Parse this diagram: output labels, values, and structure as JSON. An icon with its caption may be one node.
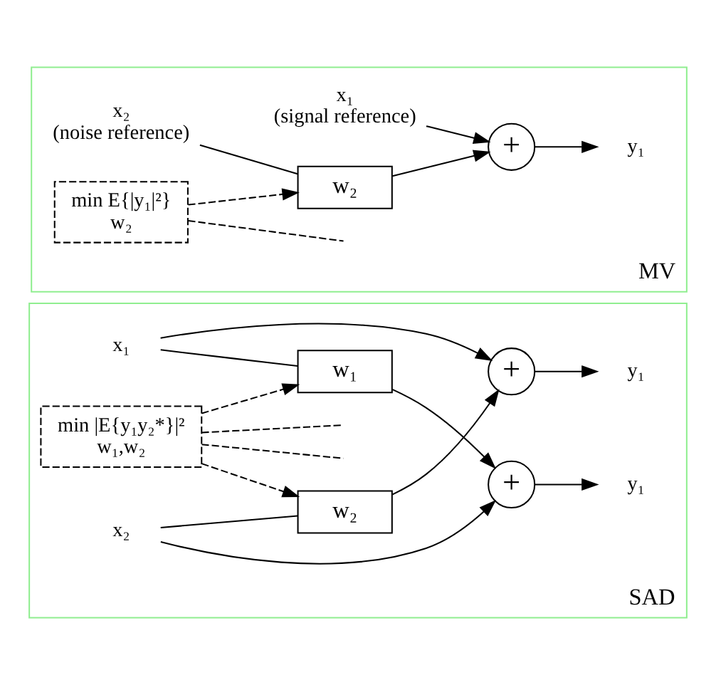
{
  "diagram": {
    "nodes": [
      {
        "text": [
          "MV"
        ]
      },
      {
        "text": [
          "x₁",
          "(signal reference)"
        ],
        "in": 0
      },
      {
        "text": [
          "+"
        ],
        "in": 0
      },
      {
        "text": [
          "y₁"
        ],
        "in": 0
      },
      {
        "text": [
          "w₂"
        ],
        "in": 0
      },
      {
        "text": [
          "x₂",
          "(noise reference)"
        ],
        "in": 0
      },
      {
        "text": [
          "min E{|y₁|²}",
          "w₂"
        ],
        "in": 0
      },
      {
        "text": [
          "SAD"
        ]
      },
      {
        "text": [
          "x₁"
        ],
        "in": 7
      },
      {
        "text": [
          "w₁"
        ],
        "in": 7
      },
      {
        "text": [
          "+"
        ],
        "in": 7
      },
      {
        "text": [
          "y₁"
        ],
        "in": 7
      },
      {
        "text": [
          "min |E{y₁y₂*}|²",
          "w₁,w₂"
        ],
        "in": 7
      },
      {
        "text": [
          "w₂"
        ],
        "in": 7
      },
      {
        "text": [
          "x₂"
        ],
        "in": 7
      },
      {
        "text": [
          "+"
        ],
        "in": 7
      },
      {
        "text": [
          "y₁"
        ],
        "in": 7
      }
    ],
    "edges": [
      {
        "from": 1,
        "to": 2,
        "arrow": "to"
      },
      {
        "from": 5,
        "to": 4,
        "arrow": "none"
      },
      {
        "from": 4,
        "to": 2,
        "arrow": "to"
      },
      {
        "from": 2,
        "to": 3,
        "arrow": "to"
      },
      {
        "from": null,
        "to": 6,
        "arrow": "none",
        "style": "dashed"
      },
      {
        "from": 6,
        "to": 4,
        "arrow": "to",
        "style": "dashed"
      },
      {
        "from": 8,
        "to": 10,
        "arrow": "to"
      },
      {
        "from": 8,
        "to": 9,
        "arrow": "none"
      },
      {
        "from": 9,
        "to": 15,
        "arrow": "to"
      },
      {
        "from": 14,
        "to": 15,
        "arrow": "to"
      },
      {
        "from": 14,
        "to": 13,
        "arrow": "none"
      },
      {
        "from": 13,
        "to": 10,
        "arrow": "to"
      },
      {
        "from": 10,
        "to": 11,
        "arrow": "to"
      },
      {
        "from": 15,
        "to": 16,
        "arrow": "to"
      },
      {
        "from": null,
        "to": 12,
        "arrow": "none",
        "style": "dashed"
      },
      {
        "from": null,
        "to": 12,
        "arrow": "none",
        "style": "dashed"
      },
      {
        "from": 12,
        "to": 9,
        "arrow": "to",
        "style": "dashed"
      },
      {
        "from": 12,
        "to": 13,
        "arrow": "to",
        "style": "dashed"
      }
    ]
  }
}
